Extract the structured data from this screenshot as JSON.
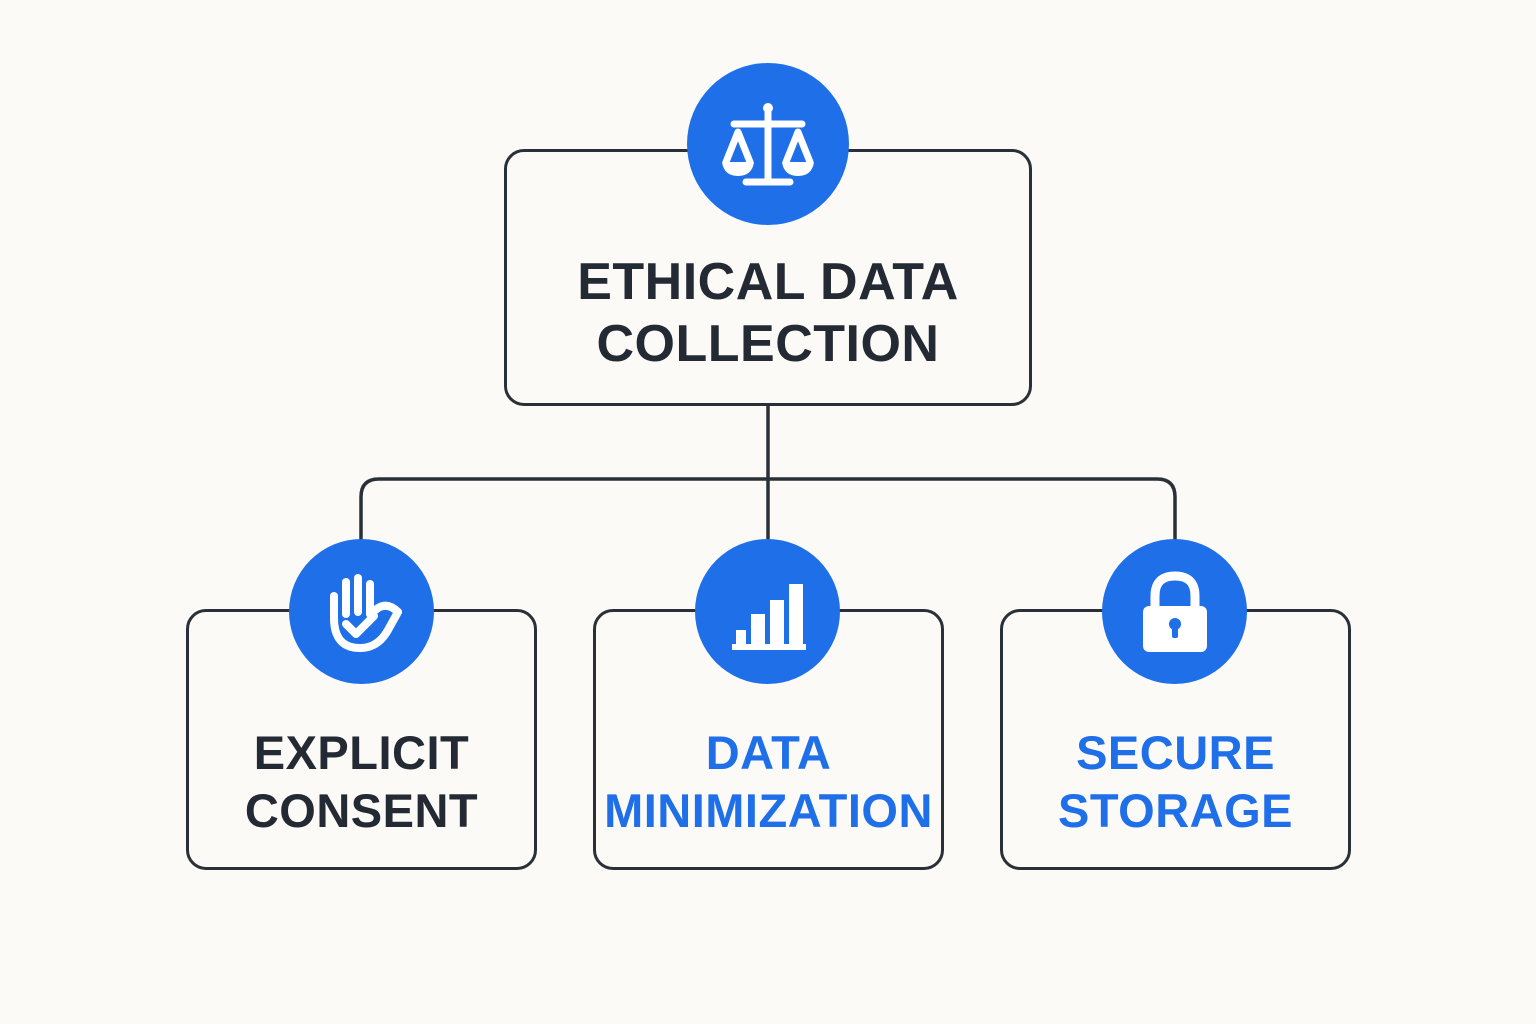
{
  "root": {
    "label_lines": [
      "ETHICAL DATA",
      "COLLECTION"
    ],
    "icon": "scales-icon"
  },
  "children": [
    {
      "label_lines": [
        "EXPLICIT",
        "CONSENT"
      ],
      "icon": "hand-check-icon",
      "text_color": "#232a33"
    },
    {
      "label_lines": [
        "DATA",
        "MINIMIZATION"
      ],
      "icon": "bar-chart-icon",
      "text_color": "#1f6fe8"
    },
    {
      "label_lines": [
        "SECURE",
        "STORAGE"
      ],
      "icon": "padlock-icon",
      "text_color": "#1f6fe8"
    }
  ],
  "colors": {
    "accent": "#1f6fe8",
    "line": "#2a3038",
    "background": "#fbfaf7",
    "dark_text": "#232a33"
  }
}
